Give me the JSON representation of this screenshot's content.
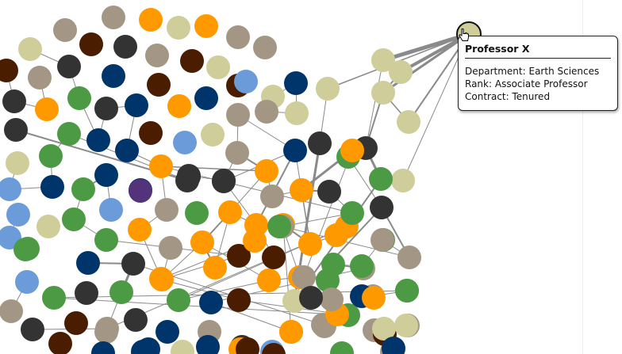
{
  "tooltip": {
    "name": "Professor X",
    "lines": [
      {
        "label": "Department:",
        "value": "Earth Sciences"
      },
      {
        "label": "Rank:",
        "value": "Associate Professor"
      },
      {
        "label": "Contract:",
        "value": "Tenured"
      }
    ]
  },
  "colors": {
    "orange": "#ff9900",
    "tan": "#cfcd99",
    "grey": "#a39685",
    "charcoal": "#333333",
    "navy": "#00356b",
    "brown": "#4a1c00",
    "green": "#4d9a44",
    "lightblue": "#6b9bd8",
    "purple": "#53337a",
    "edge": "#8a8a8a"
  },
  "legend_note": "",
  "nodes": [
    {
      "c": "grey"
    },
    {
      "c": "orange"
    },
    {
      "c": "tan"
    },
    {
      "c": "orange"
    },
    {
      "c": "grey"
    },
    {
      "c": "brown"
    },
    {
      "c": "charcoal"
    },
    {
      "c": "grey"
    },
    {
      "c": "tan"
    },
    {
      "c": "grey"
    },
    {
      "c": "brown"
    },
    {
      "c": "grey"
    },
    {
      "c": "brown"
    },
    {
      "c": "grey"
    },
    {
      "c": "charcoal"
    },
    {
      "c": "brown"
    },
    {
      "c": "navy"
    },
    {
      "c": "navy"
    },
    {
      "c": "brown"
    },
    {
      "c": "tan"
    },
    {
      "c": "navy"
    },
    {
      "c": "lightblue"
    },
    {
      "c": "charcoal"
    },
    {
      "c": "tan"
    },
    {
      "c": "charcoal"
    },
    {
      "c": "orange"
    },
    {
      "c": "green"
    },
    {
      "c": "charcoal"
    },
    {
      "c": "navy"
    },
    {
      "c": "orange"
    },
    {
      "c": "navy"
    },
    {
      "c": "grey"
    },
    {
      "c": "tan"
    },
    {
      "c": "grey"
    },
    {
      "c": "tan"
    },
    {
      "c": "green"
    },
    {
      "c": "navy"
    },
    {
      "c": "brown"
    },
    {
      "c": "lightblue"
    },
    {
      "c": "tan"
    },
    {
      "c": "lightblue"
    },
    {
      "c": "navy"
    },
    {
      "c": "grey"
    },
    {
      "c": "green"
    },
    {
      "c": "navy"
    },
    {
      "c": "orange"
    },
    {
      "c": "charcoal"
    },
    {
      "c": "charcoal"
    },
    {
      "c": "orange"
    },
    {
      "c": "lightblue"
    },
    {
      "c": "navy"
    },
    {
      "c": "green"
    },
    {
      "c": "navy"
    },
    {
      "c": "purple"
    },
    {
      "c": "charcoal"
    },
    {
      "c": "charcoal"
    },
    {
      "c": "grey"
    },
    {
      "c": "orange"
    },
    {
      "c": "orange"
    },
    {
      "c": "charcoal"
    },
    {
      "c": "lightblue"
    },
    {
      "c": "green"
    },
    {
      "c": "lightblue"
    },
    {
      "c": "grey"
    },
    {
      "c": "green"
    },
    {
      "c": "orange"
    },
    {
      "c": "orange"
    },
    {
      "c": "orange"
    },
    {
      "c": "orange"
    },
    {
      "c": "tan"
    },
    {
      "c": "green"
    },
    {
      "c": "green"
    },
    {
      "c": "green"
    },
    {
      "c": "orange"
    },
    {
      "c": "grey"
    },
    {
      "c": "orange"
    },
    {
      "c": "orange"
    },
    {
      "c": "orange"
    },
    {
      "c": "orange"
    },
    {
      "c": "green"
    },
    {
      "c": "grey"
    },
    {
      "c": "green"
    },
    {
      "c": "navy"
    },
    {
      "c": "charcoal"
    },
    {
      "c": "brown"
    },
    {
      "c": "brown"
    },
    {
      "c": "orange"
    },
    {
      "c": "green"
    },
    {
      "c": "grey"
    },
    {
      "c": "lightblue"
    },
    {
      "c": "orange"
    },
    {
      "c": "orange"
    },
    {
      "c": "green"
    },
    {
      "c": "charcoal"
    },
    {
      "c": "brown"
    },
    {
      "c": "orange"
    },
    {
      "c": "navy"
    },
    {
      "c": "green"
    },
    {
      "c": "grey"
    },
    {
      "c": "green"
    },
    {
      "c": "green"
    },
    {
      "c": "grey"
    },
    {
      "c": "charcoal"
    },
    {
      "c": "grey"
    },
    {
      "c": "brown"
    },
    {
      "c": "grey"
    },
    {
      "c": "charcoal"
    },
    {
      "c": "navy"
    },
    {
      "c": "grey"
    },
    {
      "c": "orange"
    },
    {
      "c": "grey"
    },
    {
      "c": "grey"
    },
    {
      "c": "green"
    },
    {
      "c": "brown"
    },
    {
      "c": "tan"
    },
    {
      "c": "navy"
    },
    {
      "c": "navy"
    },
    {
      "c": "charcoal"
    },
    {
      "c": "lightblue"
    },
    {
      "c": "tan"
    },
    {
      "c": "navy"
    },
    {
      "c": "grey"
    },
    {
      "c": "brown"
    },
    {
      "c": "tan"
    },
    {
      "c": "tan"
    },
    {
      "c": "tan"
    },
    {
      "c": "tan"
    },
    {
      "c": "tan"
    },
    {
      "c": "tan"
    },
    {
      "c": "tan"
    },
    {
      "c": "charcoal"
    },
    {
      "c": "charcoal"
    },
    {
      "c": "green"
    },
    {
      "c": "tan"
    },
    {
      "c": "charcoal"
    },
    {
      "c": "green"
    },
    {
      "c": "grey"
    },
    {
      "c": "grey"
    },
    {
      "c": "green"
    },
    {
      "c": "orange"
    },
    {
      "c": "orange"
    },
    {
      "c": "charcoal"
    },
    {
      "c": "green"
    },
    {
      "c": "green"
    },
    {
      "c": "grey"
    },
    {
      "c": "green"
    },
    {
      "c": "navy"
    },
    {
      "c": "orange"
    },
    {
      "c": "orange"
    },
    {
      "c": "grey"
    },
    {
      "c": "green"
    },
    {
      "c": "grey"
    },
    {
      "c": "navy"
    },
    {
      "c": "orange"
    },
    {
      "c": "brown"
    },
    {
      "c": "tan"
    },
    {
      "c": "grey"
    },
    {
      "c": "navy"
    },
    {
      "c": "charcoal"
    },
    {
      "c": "brown"
    },
    {
      "c": "tan"
    },
    {
      "c": "charcoal"
    },
    {
      "c": "green"
    },
    {
      "c": "grey"
    },
    {
      "c": "tan"
    },
    {
      "c": "lightblue"
    },
    {
      "c": "navy"
    },
    {
      "c": "grey"
    },
    {
      "c": "tan"
    }
  ]
}
